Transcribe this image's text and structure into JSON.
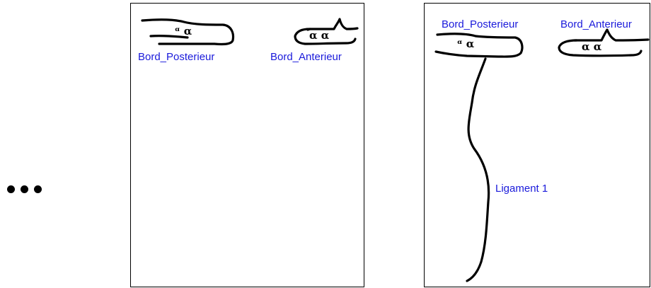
{
  "ellipsis": {
    "glyph": "•••"
  },
  "panels": [
    {
      "labels": {
        "posterior": "Bord_Posterieur",
        "anterior": "Bord_Anterieur"
      }
    },
    {
      "labels": {
        "posterior": "Bord_Posterieur",
        "anterior": "Bord_Anterieur",
        "ligament": "Ligament 1"
      }
    }
  ],
  "colors": {
    "label": "#1a1adb",
    "ink": "#000000"
  }
}
